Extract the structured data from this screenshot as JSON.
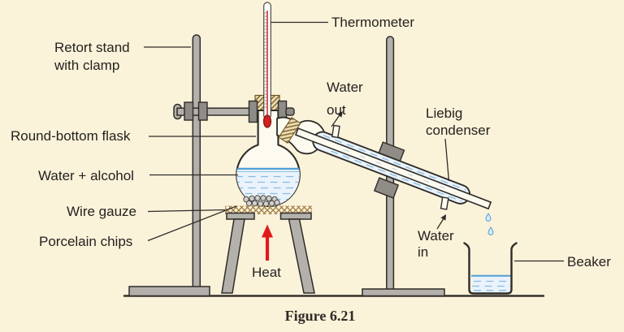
{
  "figure": {
    "caption": "Figure 6.21"
  },
  "labels": {
    "retort_stand": {
      "line1": "Retort stand",
      "line2": "with clamp"
    },
    "thermometer": "Thermometer",
    "round_bottom_flask": "Round-bottom flask",
    "water_alcohol": "Water + alcohol",
    "wire_gauze": "Wire gauze",
    "porcelain_chips": "Porcelain chips",
    "heat": "Heat",
    "water_out": {
      "line1": "Water",
      "line2": "out"
    },
    "liebig_condenser": {
      "line1": "Liebig",
      "line2": "condenser"
    },
    "water_in": {
      "line1": "Water",
      "line2": "in"
    },
    "beaker": "Beaker"
  },
  "colors": {
    "background": "#fbf2da",
    "outline": "#2f2c28",
    "stand_gray": "#b4b1ac",
    "clamp_gray": "#8f8c87",
    "liquid_fill": "#eaf3fb",
    "liquid_dash": "#8abbdf",
    "liquid_surface": "#4f9fd5",
    "cork_tan": "#ecdcb2",
    "cork_hatch": "#7b5f2a",
    "wire_gauze": "#9d7c3e",
    "heat_red": "#e01b1b",
    "mercury_red": "#d42020",
    "label_text": "#25221e"
  }
}
